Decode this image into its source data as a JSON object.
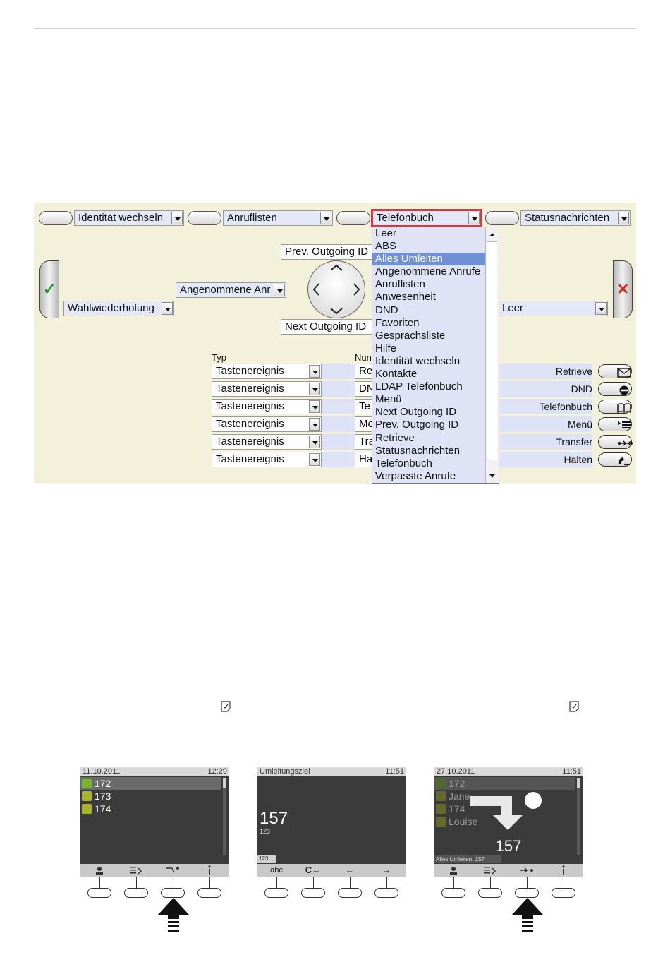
{
  "panel": {
    "top_selects": [
      "Identität wechseln",
      "Anruflisten",
      "Telefonbuch",
      "Statusnachrichten"
    ],
    "prev_outgoing": "Prev. Outgoing ID",
    "next_outgoing": "Next Outgoing ID",
    "left_select_upper": "Angenommene Anr",
    "left_select_lower": "Wahlwiederholung",
    "right_select": "Leer",
    "accept_glyph": "✓",
    "reject_glyph": "✕",
    "typ_header": "Typ",
    "num_header": "Nun",
    "rows": [
      {
        "type": "Tastenereignis",
        "num": "Re",
        "label": "Retrieve",
        "icon": "envelope-icon"
      },
      {
        "type": "Tastenereignis",
        "num": "DN",
        "label": "DND",
        "icon": "do-not-disturb-icon"
      },
      {
        "type": "Tastenereignis",
        "num": "Te",
        "label": "Telefonbuch",
        "icon": "book-icon"
      },
      {
        "type": "Tastenereignis",
        "num": "Me",
        "label": "Menü",
        "icon": "menu-icon"
      },
      {
        "type": "Tastenereignis",
        "num": "Tra",
        "label": "Transfer",
        "icon": "transfer-icon"
      },
      {
        "type": "Tastenereignis",
        "num": "Ha",
        "label": "Halten",
        "icon": "hold-icon"
      }
    ],
    "dropdown_items": [
      "Leer",
      "ABS",
      "Alles Umleiten",
      "Angenommene Anrufe",
      "Anruflisten",
      "Anwesenheit",
      "DND",
      "Favoriten",
      "Gesprächsliste",
      "Hilfe",
      "Identität wechseln",
      "Kontakte",
      "LDAP Telefonbuch",
      "Menü",
      "Next Outgoing ID",
      "Prev. Outgoing ID",
      "Retrieve",
      "Statusnachrichten",
      "Telefonbuch",
      "Verpasste Anrufe"
    ],
    "dropdown_active_index": 2,
    "colors": {
      "panel_bg": "#f3f1d9",
      "highlight_border": "#e0333c",
      "active_item": "#6f8fd6"
    }
  },
  "screens": {
    "s1": {
      "date": "11.10.2011",
      "time": "12:29",
      "entries": [
        "172",
        "173",
        "174"
      ]
    },
    "s2": {
      "title": "Umleitungsziel",
      "time": "11:51",
      "value": "157",
      "mode": "123",
      "mode_bar": "123",
      "softkeys": [
        "abc",
        "C←",
        "←",
        "→"
      ]
    },
    "s3": {
      "date": "27.10.2011",
      "time": "11:51",
      "entries": [
        "172",
        "Jane",
        "174",
        "Louise"
      ],
      "number": "157",
      "status": "Alles Umleiten: 157"
    }
  }
}
